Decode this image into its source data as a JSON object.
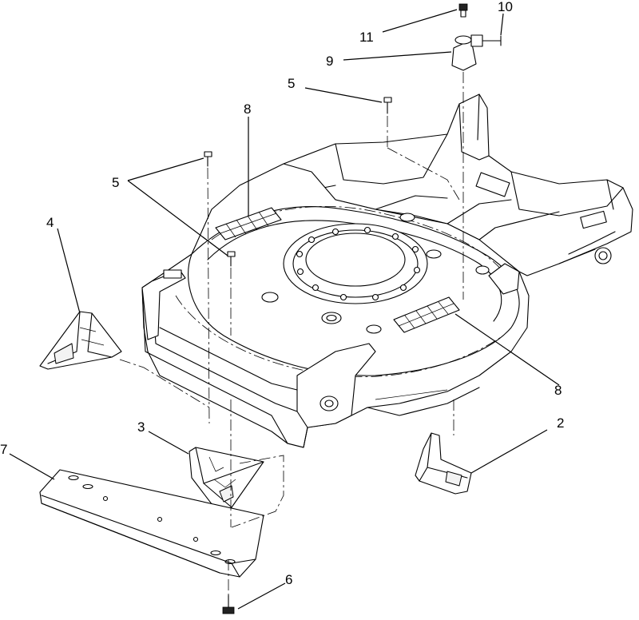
{
  "callouts": {
    "c2": "2",
    "c3": "3",
    "c4": "4",
    "c5a": "5",
    "c5b": "5",
    "c6": "6",
    "c7": "7",
    "c8a": "8",
    "c8b": "8",
    "c9": "9",
    "c10": "10",
    "c11": "11"
  }
}
